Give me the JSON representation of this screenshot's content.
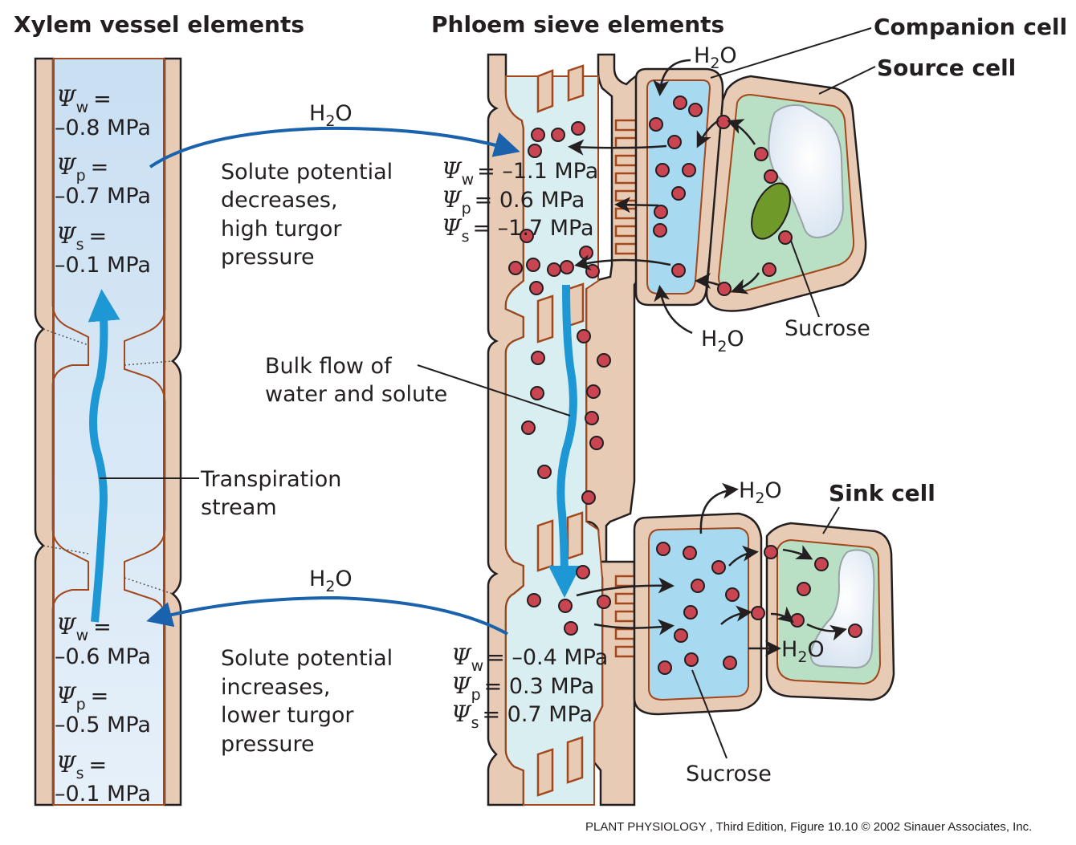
{
  "titles": {
    "xylem": "Xylem vessel elements",
    "phloem": "Phloem sieve elements",
    "companion": "Companion cell",
    "source": "Source cell",
    "sink": "Sink cell"
  },
  "xylem_top": {
    "psi_w_symbol": "Ψ",
    "psi_w_sub": "w",
    "psi_w_eq": "=",
    "psi_w_value": "–0.8 MPa",
    "psi_p_symbol": "Ψ",
    "psi_p_sub": "p",
    "psi_p_eq": "=",
    "psi_p_value": "–0.7 MPa",
    "psi_s_symbol": "Ψ",
    "psi_s_sub": "s",
    "psi_s_eq": "=",
    "psi_s_value": "–0.1 MPa"
  },
  "xylem_bottom": {
    "psi_w_symbol": "Ψ",
    "psi_w_sub": "w",
    "psi_w_eq": "=",
    "psi_w_value": "–0.6 MPa",
    "psi_p_symbol": "Ψ",
    "psi_p_sub": "p",
    "psi_p_eq": "=",
    "psi_p_value": "–0.5 MPa",
    "psi_s_symbol": "Ψ",
    "psi_s_sub": "s",
    "psi_s_eq": "=",
    "psi_s_value": "–0.1 MPa"
  },
  "phloem_source": {
    "psi_w_symbol": "Ψ",
    "psi_w_sub": "w",
    "psi_w_value": "= –1.1 MPa",
    "psi_p_symbol": "Ψ",
    "psi_p_sub": "p",
    "psi_p_value": "=  0.6 MPa",
    "psi_s_symbol": "Ψ",
    "psi_s_sub": "s",
    "psi_s_value": "= –1.7 MPa"
  },
  "phloem_sink": {
    "psi_w_symbol": "Ψ",
    "psi_w_sub": "w",
    "psi_w_value": "= –0.4 MPa",
    "psi_p_symbol": "Ψ",
    "psi_p_sub": "p",
    "psi_p_value": "=  0.3 MPa",
    "psi_s_symbol": "Ψ",
    "psi_s_sub": "s",
    "psi_s_value": "= 0.7 MPa"
  },
  "water": {
    "h": "H",
    "two": "2",
    "o": "O"
  },
  "labels": {
    "source_desc": [
      "Solute potential",
      "decreases,",
      "high turgor",
      "pressure"
    ],
    "sink_desc": [
      "Solute potential",
      "increases,",
      "lower turgor",
      "pressure"
    ],
    "bulk_flow": [
      "Bulk flow of",
      "water and solute"
    ],
    "transpiration": [
      "Transpiration",
      "stream"
    ],
    "sucrose_top": "Sucrose",
    "sucrose_bottom": "Sucrose"
  },
  "credit": "PLANT PHYSIOLOGY , Third Edition, Figure 10.10  © 2002 Sinauer Associates, Inc.",
  "colors": {
    "cell_wall": "#e8cbb4",
    "xylem_lumen": "#cfe2f3",
    "phloem_lumen": "#d9eef0",
    "companion_cytoplasm": "#a7daf0",
    "cell_cytoplasm": "#b9e0c4",
    "sucrose": "#c94552",
    "flow": "#1e98d5",
    "water_arrow": "#1b62ad",
    "chloroplast": "#6f9a2a"
  }
}
